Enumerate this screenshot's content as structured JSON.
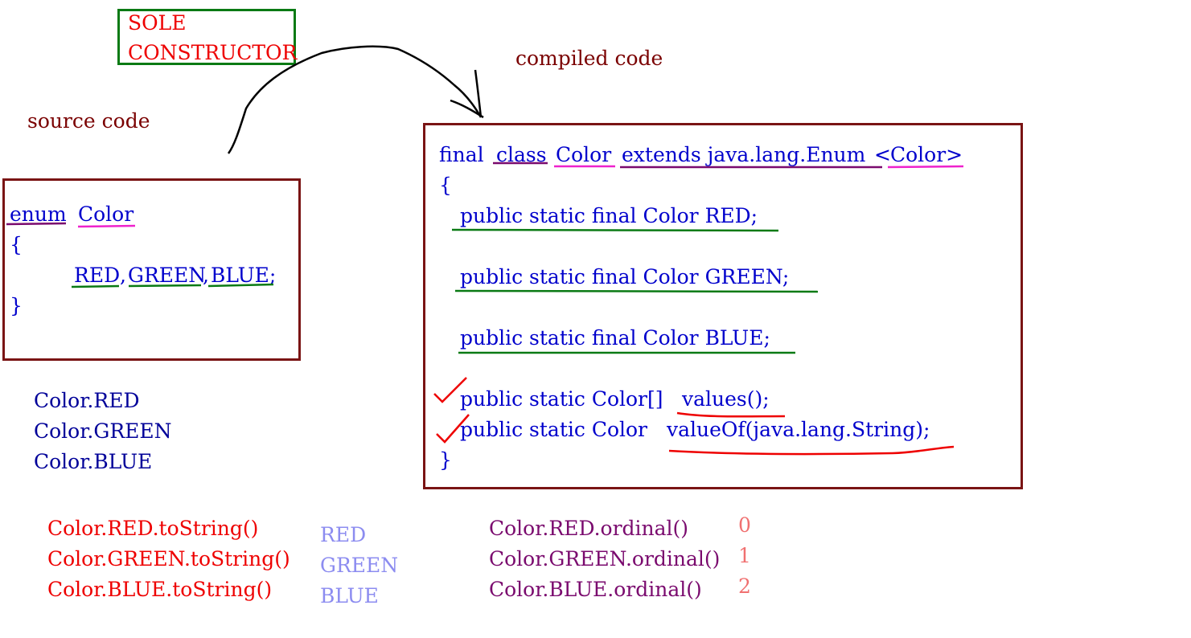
{
  "sole_constructor": {
    "line1": "SOLE",
    "line2": "CONSTRUCTOR"
  },
  "labels": {
    "source": "source  code",
    "compiled": "compiled  code"
  },
  "source": {
    "kw_enum": "enum",
    "name": "Color",
    "open": "{",
    "c_red": "RED",
    "comma1": ",",
    "c_green": "GREEN",
    "comma2": ",",
    "c_blue": "BLUE;",
    "close": "}"
  },
  "compiled": {
    "l1_final": "final",
    "l1_class": "class",
    "l1_color": "Color",
    "l1_extends": "extends  java.lang.Enum",
    "l1_lt": "<",
    "l1_gen": "Color>",
    "open": "{",
    "f_red": "public  static  final  Color  RED;",
    "f_green": "public  static  final  Color  GREEN;",
    "f_blue": "public  static  final  Color  BLUE;",
    "m1_prefix": "public  static  Color[]",
    "m1_name": "values();",
    "m2_prefix": "public  static  Color",
    "m2_name": "valueOf(java.lang.String);",
    "close": "}"
  },
  "constants_list": [
    "Color.RED",
    "Color.GREEN",
    "Color.BLUE"
  ],
  "tostring_calls": [
    "Color.RED.toString()",
    "Color.GREEN.toString()",
    "Color.BLUE.toString()"
  ],
  "tostring_results": [
    "RED",
    "GREEN",
    "BLUE"
  ],
  "ordinal_calls": [
    "Color.RED.ordinal()",
    "Color.GREEN.ordinal()",
    "Color.BLUE.ordinal()"
  ],
  "ordinal_results": [
    "0",
    "1",
    "2"
  ],
  "colors": {
    "code": "#0000cc",
    "maroon": "#7a0000",
    "red": "#ee0000",
    "green_underline": "#0a7a14",
    "magenta_underline": "#ee22cc",
    "purple_underline": "#7a0a6e"
  }
}
